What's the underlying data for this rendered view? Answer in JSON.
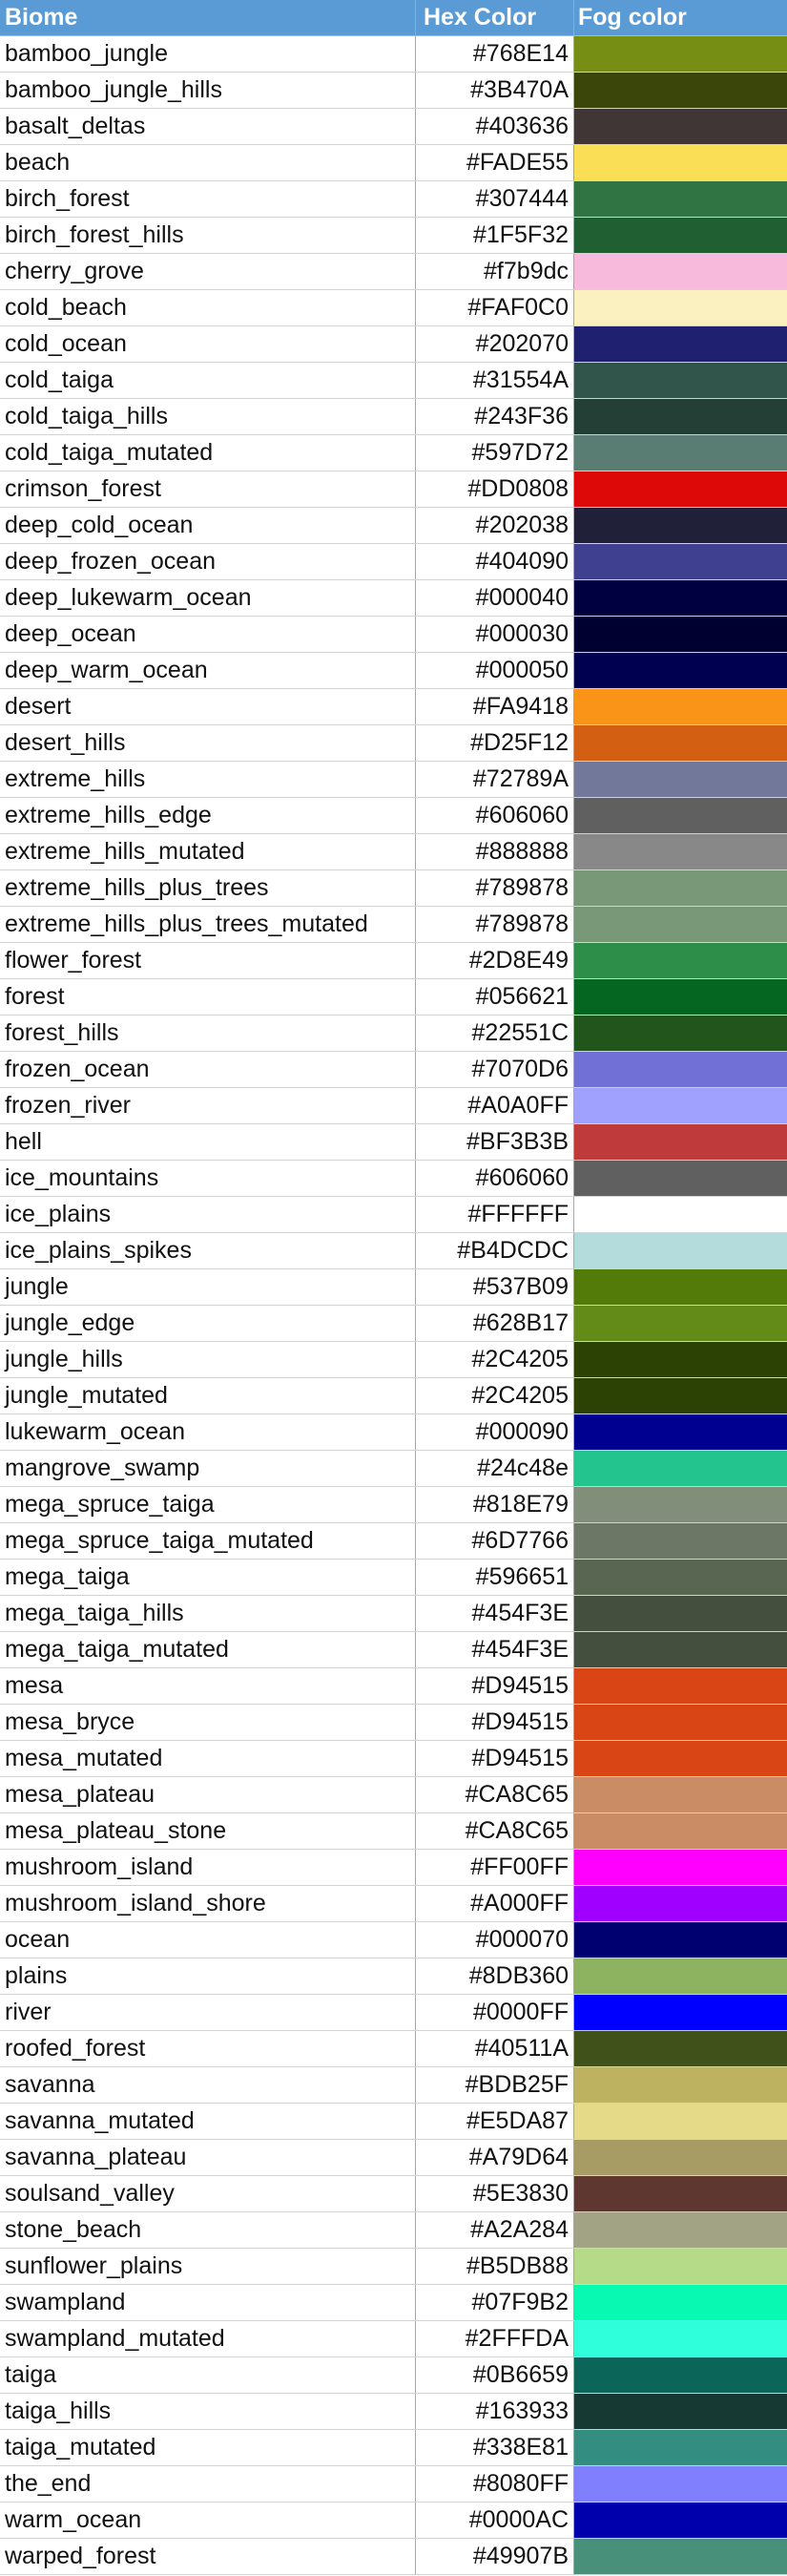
{
  "header": {
    "biome": "Biome",
    "hex": "Hex Color",
    "fog": "Fog color"
  },
  "rows": [
    {
      "biome": "bamboo_jungle",
      "hex": "#768E14",
      "fog_color": "#768E14"
    },
    {
      "biome": "bamboo_jungle_hills",
      "hex": "#3B470A",
      "fog_color": "#3B470A"
    },
    {
      "biome": "basalt_deltas",
      "hex": "#403636",
      "fog_color": "#403636"
    },
    {
      "biome": "beach",
      "hex": "#FADE55",
      "fog_color": "#FADE55"
    },
    {
      "biome": "birch_forest",
      "hex": "#307444",
      "fog_color": "#307444"
    },
    {
      "biome": "birch_forest_hills",
      "hex": "#1F5F32",
      "fog_color": "#1F5F32"
    },
    {
      "biome": "cherry_grove",
      "hex": "#f7b9dc",
      "fog_color": "#f7b9dc"
    },
    {
      "biome": "cold_beach",
      "hex": "#FAF0C0",
      "fog_color": "#FAF0C0"
    },
    {
      "biome": "cold_ocean",
      "hex": "#202070",
      "fog_color": "#202070"
    },
    {
      "biome": "cold_taiga",
      "hex": "#31554A",
      "fog_color": "#31554A"
    },
    {
      "biome": "cold_taiga_hills",
      "hex": "#243F36",
      "fog_color": "#243F36"
    },
    {
      "biome": "cold_taiga_mutated",
      "hex": "#597D72",
      "fog_color": "#597D72"
    },
    {
      "biome": "crimson_forest",
      "hex": "#DD0808",
      "fog_color": "#DD0808"
    },
    {
      "biome": "deep_cold_ocean",
      "hex": "#202038",
      "fog_color": "#202038"
    },
    {
      "biome": "deep_frozen_ocean",
      "hex": "#404090",
      "fog_color": "#404090"
    },
    {
      "biome": "deep_lukewarm_ocean",
      "hex": "#000040",
      "fog_color": "#000040"
    },
    {
      "biome": "deep_ocean",
      "hex": "#000030",
      "fog_color": "#000030"
    },
    {
      "biome": "deep_warm_ocean",
      "hex": "#000050",
      "fog_color": "#000050"
    },
    {
      "biome": "desert",
      "hex": "#FA9418",
      "fog_color": "#FA9418"
    },
    {
      "biome": "desert_hills",
      "hex": "#D25F12",
      "fog_color": "#D25F12"
    },
    {
      "biome": "extreme_hills",
      "hex": "#72789A",
      "fog_color": "#72789A"
    },
    {
      "biome": "extreme_hills_edge",
      "hex": "#606060",
      "fog_color": "#606060"
    },
    {
      "biome": "extreme_hills_mutated",
      "hex": "#888888",
      "fog_color": "#888888"
    },
    {
      "biome": "extreme_hills_plus_trees",
      "hex": "#789878",
      "fog_color": "#789878"
    },
    {
      "biome": "extreme_hills_plus_trees_mutated",
      "hex": "#789878",
      "fog_color": "#789878"
    },
    {
      "biome": "flower_forest",
      "hex": "#2D8E49",
      "fog_color": "#2D8E49"
    },
    {
      "biome": "forest",
      "hex": "#056621",
      "fog_color": "#056621"
    },
    {
      "biome": "forest_hills",
      "hex": "#22551C",
      "fog_color": "#22551C"
    },
    {
      "biome": "frozen_ocean",
      "hex": "#7070D6",
      "fog_color": "#7070D6"
    },
    {
      "biome": "frozen_river",
      "hex": "#A0A0FF",
      "fog_color": "#A0A0FF"
    },
    {
      "biome": "hell",
      "hex": "#BF3B3B",
      "fog_color": "#BF3B3B"
    },
    {
      "biome": "ice_mountains",
      "hex": "#606060",
      "fog_color": "#606060"
    },
    {
      "biome": "ice_plains",
      "hex": "#FFFFFF",
      "fog_color": "#FFFFFF"
    },
    {
      "biome": "ice_plains_spikes",
      "hex": "#B4DCDC",
      "fog_color": "#B4DCDC"
    },
    {
      "biome": "jungle",
      "hex": "#537B09",
      "fog_color": "#537B09"
    },
    {
      "biome": "jungle_edge",
      "hex": "#628B17",
      "fog_color": "#628B17"
    },
    {
      "biome": "jungle_hills",
      "hex": "#2C4205",
      "fog_color": "#2C4205"
    },
    {
      "biome": "jungle_mutated",
      "hex": "#2C4205",
      "fog_color": "#2C4205"
    },
    {
      "biome": "lukewarm_ocean",
      "hex": "#000090",
      "fog_color": "#000090"
    },
    {
      "biome": "mangrove_swamp",
      "hex": "#24c48e",
      "fog_color": "#24c48e"
    },
    {
      "biome": "mega_spruce_taiga",
      "hex": "#818E79",
      "fog_color": "#818E79"
    },
    {
      "biome": "mega_spruce_taiga_mutated",
      "hex": "#6D7766",
      "fog_color": "#6D7766"
    },
    {
      "biome": "mega_taiga",
      "hex": "#596651",
      "fog_color": "#596651"
    },
    {
      "biome": "mega_taiga_hills",
      "hex": "#454F3E",
      "fog_color": "#454F3E"
    },
    {
      "biome": "mega_taiga_mutated",
      "hex": "#454F3E",
      "fog_color": "#454F3E"
    },
    {
      "biome": "mesa",
      "hex": "#D94515",
      "fog_color": "#D94515"
    },
    {
      "biome": "mesa_bryce",
      "hex": "#D94515",
      "fog_color": "#D94515"
    },
    {
      "biome": "mesa_mutated",
      "hex": "#D94515",
      "fog_color": "#D94515"
    },
    {
      "biome": "mesa_plateau",
      "hex": "#CA8C65",
      "fog_color": "#CA8C65"
    },
    {
      "biome": "mesa_plateau_stone",
      "hex": "#CA8C65",
      "fog_color": "#CA8C65"
    },
    {
      "biome": "mushroom_island",
      "hex": "#FF00FF",
      "fog_color": "#FF00FF"
    },
    {
      "biome": "mushroom_island_shore",
      "hex": "#A000FF",
      "fog_color": "#A000FF"
    },
    {
      "biome": "ocean",
      "hex": "#000070",
      "fog_color": "#000070"
    },
    {
      "biome": "plains",
      "hex": "#8DB360",
      "fog_color": "#8DB360"
    },
    {
      "biome": "river",
      "hex": "#0000FF",
      "fog_color": "#0000FF"
    },
    {
      "biome": "roofed_forest",
      "hex": "#40511A",
      "fog_color": "#40511A"
    },
    {
      "biome": "savanna",
      "hex": "#BDB25F",
      "fog_color": "#BDB25F"
    },
    {
      "biome": "savanna_mutated",
      "hex": "#E5DA87",
      "fog_color": "#E5DA87"
    },
    {
      "biome": "savanna_plateau",
      "hex": "#A79D64",
      "fog_color": "#A79D64"
    },
    {
      "biome": "soulsand_valley",
      "hex": "#5E3830",
      "fog_color": "#5E3830"
    },
    {
      "biome": "stone_beach",
      "hex": "#A2A284",
      "fog_color": "#A2A284"
    },
    {
      "biome": "sunflower_plains",
      "hex": "#B5DB88",
      "fog_color": "#B5DB88"
    },
    {
      "biome": "swampland",
      "hex": "#07F9B2",
      "fog_color": "#07F9B2"
    },
    {
      "biome": "swampland_mutated",
      "hex": "#2FFFDA",
      "fog_color": "#2FFFDA"
    },
    {
      "biome": "taiga",
      "hex": "#0B6659",
      "fog_color": "#0B6659"
    },
    {
      "biome": "taiga_hills",
      "hex": "#163933",
      "fog_color": "#163933"
    },
    {
      "biome": "taiga_mutated",
      "hex": "#338E81",
      "fog_color": "#338E81"
    },
    {
      "biome": "the_end",
      "hex": "#8080FF",
      "fog_color": "#8080FF"
    },
    {
      "biome": "warm_ocean",
      "hex": "#0000AC",
      "fog_color": "#0000AC"
    },
    {
      "biome": "warped_forest",
      "hex": "#49907B",
      "fog_color": "#49907B"
    }
  ]
}
